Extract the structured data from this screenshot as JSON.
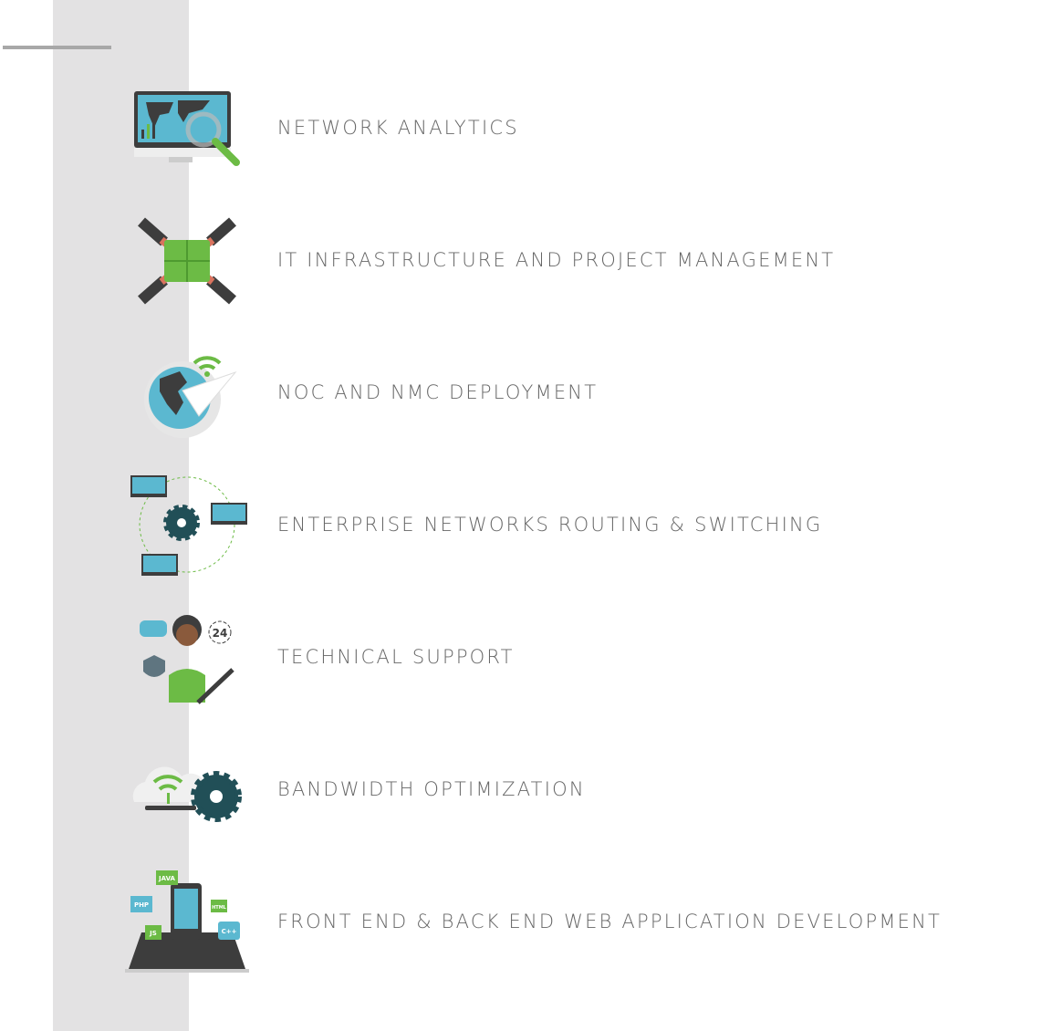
{
  "services": [
    {
      "label": "NETWORK ANALYTICS",
      "icon": "monitor-magnifier-icon"
    },
    {
      "label": "IT INFRASTRUCTURE AND PROJECT MANAGEMENT",
      "icon": "puzzle-hands-icon"
    },
    {
      "label": "NOC AND NMC DEPLOYMENT",
      "icon": "globe-wifi-icon"
    },
    {
      "label": "ENTERPRISE NETWORKS ROUTING & SWITCHING",
      "icon": "network-gear-icon"
    },
    {
      "label": "TECHNICAL SUPPORT",
      "icon": "support-agent-icon",
      "badge": "24"
    },
    {
      "label": "BANDWIDTH OPTIMIZATION",
      "icon": "cloud-gear-icon"
    },
    {
      "label": "FRONT END & BACK END WEB APPLICATION DEVELOPMENT",
      "icon": "laptop-code-icon",
      "tags": [
        "JAVA",
        "PHP",
        "HTML",
        "JS",
        "C++"
      ]
    }
  ],
  "colors": {
    "accent_green": "#6cbb45",
    "accent_blue": "#5bb8d0",
    "dark": "#3d3d3d",
    "gear": "#214f57",
    "text": "#666666",
    "band": "#e3e2e3"
  }
}
